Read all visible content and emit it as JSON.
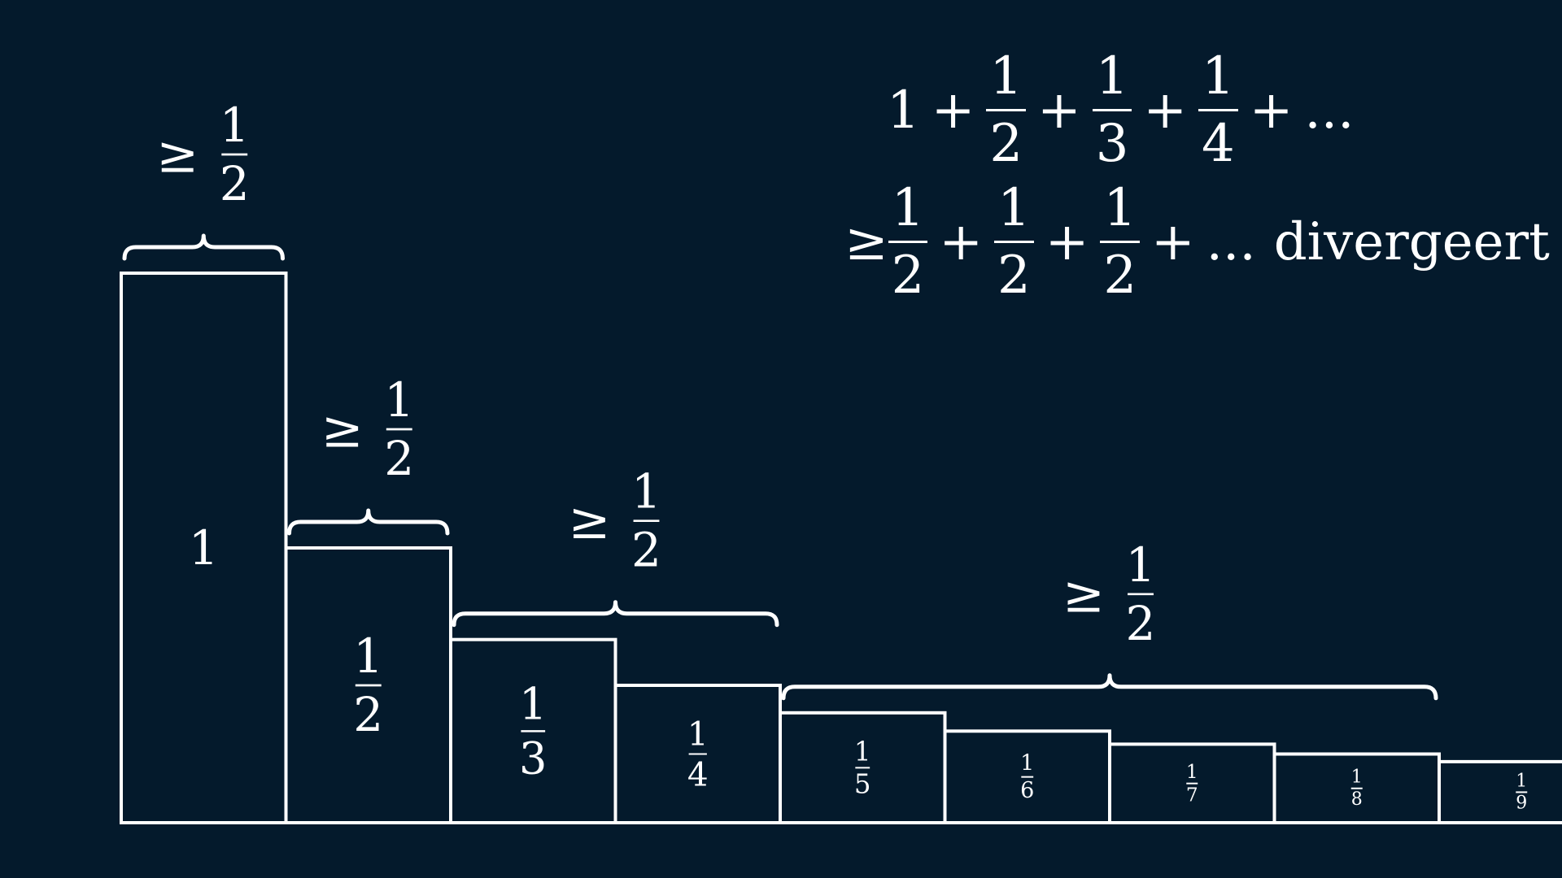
{
  "colors": {
    "background": "#041a2c",
    "foreground": "#ffffff"
  },
  "bars": [
    {
      "value": 1,
      "label": "1",
      "num": "",
      "den": ""
    },
    {
      "value": 0.5,
      "label": "",
      "num": "1",
      "den": "2"
    },
    {
      "value": 0.3333,
      "label": "",
      "num": "1",
      "den": "3"
    },
    {
      "value": 0.25,
      "label": "",
      "num": "1",
      "den": "4"
    },
    {
      "value": 0.2,
      "label": "",
      "num": "1",
      "den": "5"
    },
    {
      "value": 0.1667,
      "label": "",
      "num": "1",
      "den": "6"
    },
    {
      "value": 0.1429,
      "label": "",
      "num": "1",
      "den": "7"
    },
    {
      "value": 0.125,
      "label": "",
      "num": "1",
      "den": "8"
    },
    {
      "value": 0.1111,
      "label": "",
      "num": "1",
      "den": "9"
    }
  ],
  "groups": [
    {
      "first": 0,
      "last": 0,
      "label": {
        "rel": "≥",
        "num": "1",
        "den": "2"
      }
    },
    {
      "first": 1,
      "last": 1,
      "label": {
        "rel": "≥",
        "num": "1",
        "den": "2"
      }
    },
    {
      "first": 2,
      "last": 3,
      "label": {
        "rel": "≥",
        "num": "1",
        "den": "2"
      }
    },
    {
      "first": 4,
      "last": 7,
      "label": {
        "rel": "≥",
        "num": "1",
        "den": "2"
      }
    }
  ],
  "equation": {
    "line1": {
      "first": "1",
      "plus": "+",
      "terms": [
        {
          "num": "1",
          "den": "2"
        },
        {
          "num": "1",
          "den": "3"
        },
        {
          "num": "1",
          "den": "4"
        }
      ],
      "ellipsis": "..."
    },
    "line2": {
      "rel": "≥",
      "plus": "+",
      "terms": [
        {
          "num": "1",
          "den": "2"
        },
        {
          "num": "1",
          "den": "2"
        },
        {
          "num": "1",
          "den": "2"
        }
      ],
      "ellipsis": "...",
      "word": "divergeert"
    }
  }
}
